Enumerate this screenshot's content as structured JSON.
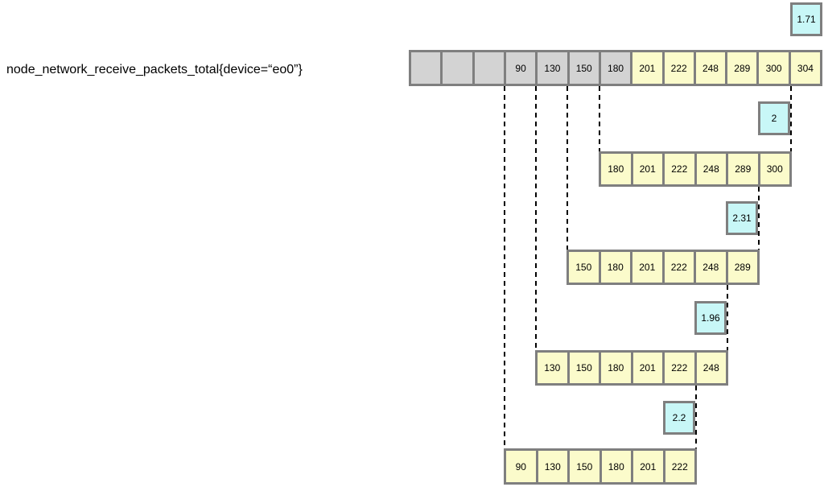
{
  "query_label": "node_network_receive_packets_total{device=“eo0”}",
  "series": {
    "description": "time-series sample row; empty gray cells, gray samples outside latest range, yellow samples in latest window",
    "cells": [
      {
        "value": "",
        "style": "gray"
      },
      {
        "value": "",
        "style": "gray"
      },
      {
        "value": "",
        "style": "gray"
      },
      {
        "value": "90",
        "style": "gray"
      },
      {
        "value": "130",
        "style": "gray"
      },
      {
        "value": "150",
        "style": "gray"
      },
      {
        "value": "180",
        "style": "gray"
      },
      {
        "value": "201",
        "style": "yellow"
      },
      {
        "value": "222",
        "style": "yellow"
      },
      {
        "value": "248",
        "style": "yellow"
      },
      {
        "value": "289",
        "style": "yellow"
      },
      {
        "value": "300",
        "style": "yellow"
      },
      {
        "value": "304",
        "style": "yellow"
      }
    ],
    "result": "1.71"
  },
  "windows": [
    {
      "cells": [
        "180",
        "201",
        "222",
        "248",
        "289",
        "300"
      ],
      "result": "2"
    },
    {
      "cells": [
        "150",
        "180",
        "201",
        "222",
        "248",
        "289"
      ],
      "result": "2.31"
    },
    {
      "cells": [
        "130",
        "150",
        "180",
        "201",
        "222",
        "248"
      ],
      "result": "1.96"
    },
    {
      "cells": [
        "90",
        "130",
        "150",
        "180",
        "201",
        "222"
      ],
      "result": "2.2"
    }
  ],
  "colors": {
    "gray_cell_fill": "#d3d3d3",
    "yellow_cell_fill": "#fbfbcb",
    "cyan_result_fill": "#c8f7f7",
    "cell_border": "#7f7f7f",
    "dashed_line": "#000000"
  }
}
